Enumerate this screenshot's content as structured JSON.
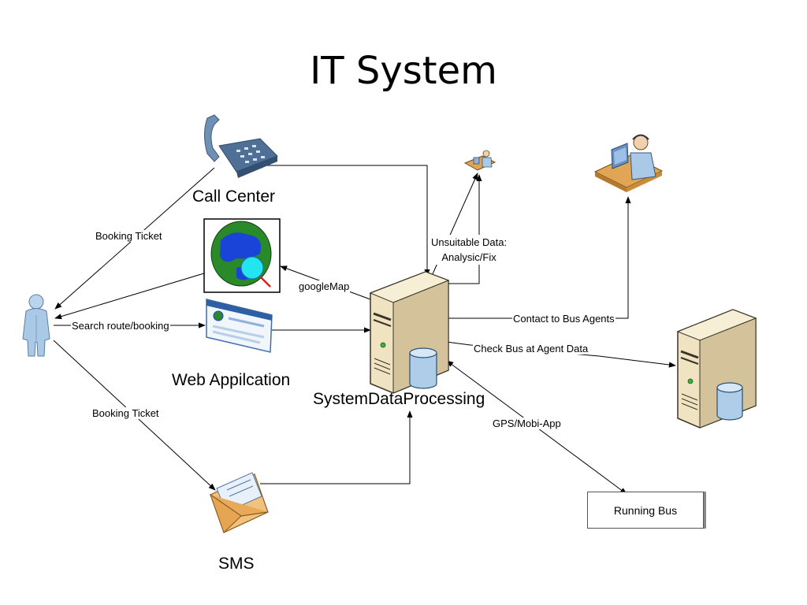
{
  "slide": {
    "title": "IT System"
  },
  "nodes": {
    "call_center": "Call Center",
    "web_application": "Web Appilcation",
    "system_data_processing": "SystemDataProcessing",
    "sms": "SMS",
    "running_bus": "Running Bus"
  },
  "edges": {
    "booking_ticket_call": "Booking Ticket",
    "search_route": "Search route/booking",
    "booking_ticket_sms": "Booking Ticket",
    "google_map": "googleMap",
    "unsuitable_data": "Unsuitable Data:\nAnalysic/Fix",
    "contact_bus_agents": "Contact to Bus Agents",
    "check_bus_agent": "Check Bus at Agent Data",
    "gps_mobi_app": "GPS/Mobi-App"
  },
  "icons": {
    "person": "person-icon",
    "telephone": "telephone-icon",
    "globe": "globe-search-icon",
    "browser": "web-browser-icon",
    "server": "server-icon",
    "database": "database-icon",
    "envelope": "envelope-icon",
    "operator": "operator-workstation-icon",
    "agent": "agent-workstation-icon"
  },
  "colors": {
    "connector": "#000000",
    "server_body": "#efe3c2",
    "person": "#a9c9e6",
    "globe_land": "#1a44d8",
    "globe_sea": "#2a8a2a",
    "magnifier": "#22e5f0",
    "envelope": "#f1c27d",
    "db": "#aecde8"
  }
}
